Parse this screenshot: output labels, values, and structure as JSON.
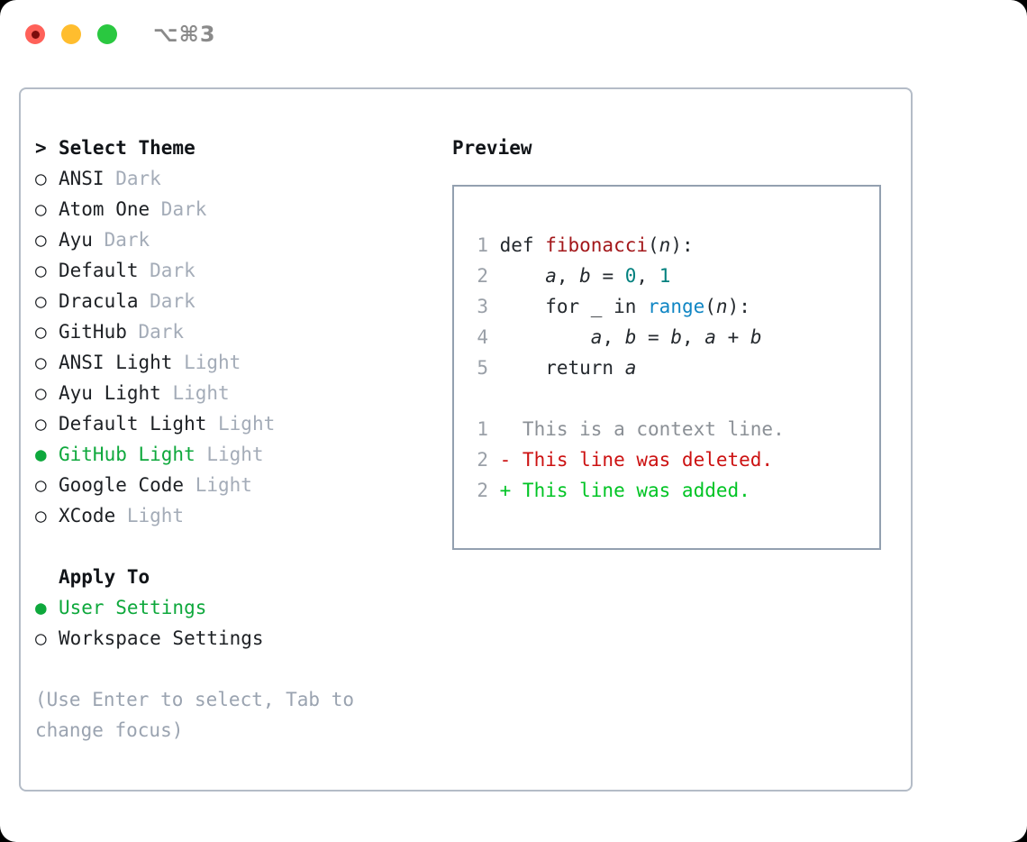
{
  "window": {
    "traffic_lights": [
      {
        "name": "close",
        "color": "#ff6159",
        "recording_dot": true
      },
      {
        "name": "minimize",
        "color": "#ffbd2e",
        "recording_dot": false
      },
      {
        "name": "maximize",
        "color": "#2ac840",
        "recording_dot": false
      }
    ],
    "shortcut_label": "⌥⌘3"
  },
  "theme_picker": {
    "header_marker": "> ",
    "header_label": "Select Theme",
    "selected_marker": "● ",
    "unselected_marker": "○ ",
    "items": [
      {
        "name": "ANSI",
        "kind": "Dark",
        "selected": false
      },
      {
        "name": "Atom One",
        "kind": "Dark",
        "selected": false
      },
      {
        "name": "Ayu",
        "kind": "Dark",
        "selected": false
      },
      {
        "name": "Default",
        "kind": "Dark",
        "selected": false
      },
      {
        "name": "Dracula",
        "kind": "Dark",
        "selected": false
      },
      {
        "name": "GitHub",
        "kind": "Dark",
        "selected": false
      },
      {
        "name": "ANSI Light",
        "kind": "Light",
        "selected": false
      },
      {
        "name": "Ayu Light",
        "kind": "Light",
        "selected": false
      },
      {
        "name": "Default Light",
        "kind": "Light",
        "selected": false
      },
      {
        "name": "GitHub Light",
        "kind": "Light",
        "selected": true
      },
      {
        "name": "Google Code",
        "kind": "Light",
        "selected": false
      },
      {
        "name": "XCode",
        "kind": "Light",
        "selected": false
      }
    ]
  },
  "apply_to": {
    "header_marker": "  ",
    "header_label": "Apply To",
    "options": [
      {
        "label": "User Settings",
        "marker": "● ",
        "selected": true
      },
      {
        "label": "Workspace Settings",
        "marker": "○ ",
        "selected": false
      }
    ]
  },
  "hint": {
    "text": "(Use Enter to select, Tab to change focus)"
  },
  "preview": {
    "title": "Preview",
    "code_lines": [
      {
        "num": "1",
        "tokens": [
          {
            "t": " def ",
            "c": "plain"
          },
          {
            "t": "fibonacci",
            "c": "fn"
          },
          {
            "t": "(",
            "c": "plain"
          },
          {
            "t": "n",
            "c": "var"
          },
          {
            "t": "):",
            "c": "plain"
          }
        ]
      },
      {
        "num": "2",
        "tokens": [
          {
            "t": "     ",
            "c": "plain"
          },
          {
            "t": "a",
            "c": "var"
          },
          {
            "t": ", ",
            "c": "plain"
          },
          {
            "t": "b",
            "c": "var"
          },
          {
            "t": " = ",
            "c": "plain"
          },
          {
            "t": "0",
            "c": "num"
          },
          {
            "t": ", ",
            "c": "plain"
          },
          {
            "t": "1",
            "c": "num"
          }
        ]
      },
      {
        "num": "3",
        "tokens": [
          {
            "t": "     for ",
            "c": "plain"
          },
          {
            "t": "_",
            "c": "var"
          },
          {
            "t": " in ",
            "c": "plain"
          },
          {
            "t": "range",
            "c": "call"
          },
          {
            "t": "(",
            "c": "plain"
          },
          {
            "t": "n",
            "c": "var"
          },
          {
            "t": "):",
            "c": "plain"
          }
        ]
      },
      {
        "num": "4",
        "tokens": [
          {
            "t": "         ",
            "c": "plain"
          },
          {
            "t": "a",
            "c": "var"
          },
          {
            "t": ", ",
            "c": "plain"
          },
          {
            "t": "b",
            "c": "var"
          },
          {
            "t": " = ",
            "c": "plain"
          },
          {
            "t": "b",
            "c": "var"
          },
          {
            "t": ", ",
            "c": "plain"
          },
          {
            "t": "a",
            "c": "var"
          },
          {
            "t": " + ",
            "c": "plain"
          },
          {
            "t": "b",
            "c": "var"
          }
        ]
      },
      {
        "num": "5",
        "tokens": [
          {
            "t": "     return ",
            "c": "plain"
          },
          {
            "t": "a",
            "c": "var"
          }
        ]
      },
      {
        "num": "",
        "tokens": []
      },
      {
        "num": "1",
        "tokens": [
          {
            "t": "   This is a context line.",
            "c": "ctx"
          }
        ]
      },
      {
        "num": "2",
        "tokens": [
          {
            "t": " - This line was deleted.",
            "c": "del"
          }
        ]
      },
      {
        "num": "2",
        "tokens": [
          {
            "t": " + This line was added.",
            "c": "add"
          }
        ]
      }
    ]
  },
  "colors": {
    "accent_green": "#0ea83c",
    "diff_added": "#00c424",
    "diff_deleted": "#cc1111",
    "diff_context": "#8b9096",
    "syntax_function": "#a3171a",
    "syntax_number": "#00807e",
    "syntax_call": "#1086c4",
    "muted_text": "#a4acb8",
    "line_number": "#9aa0a8",
    "panel_border": "#b4bcc7",
    "preview_border": "#93a0b0"
  }
}
